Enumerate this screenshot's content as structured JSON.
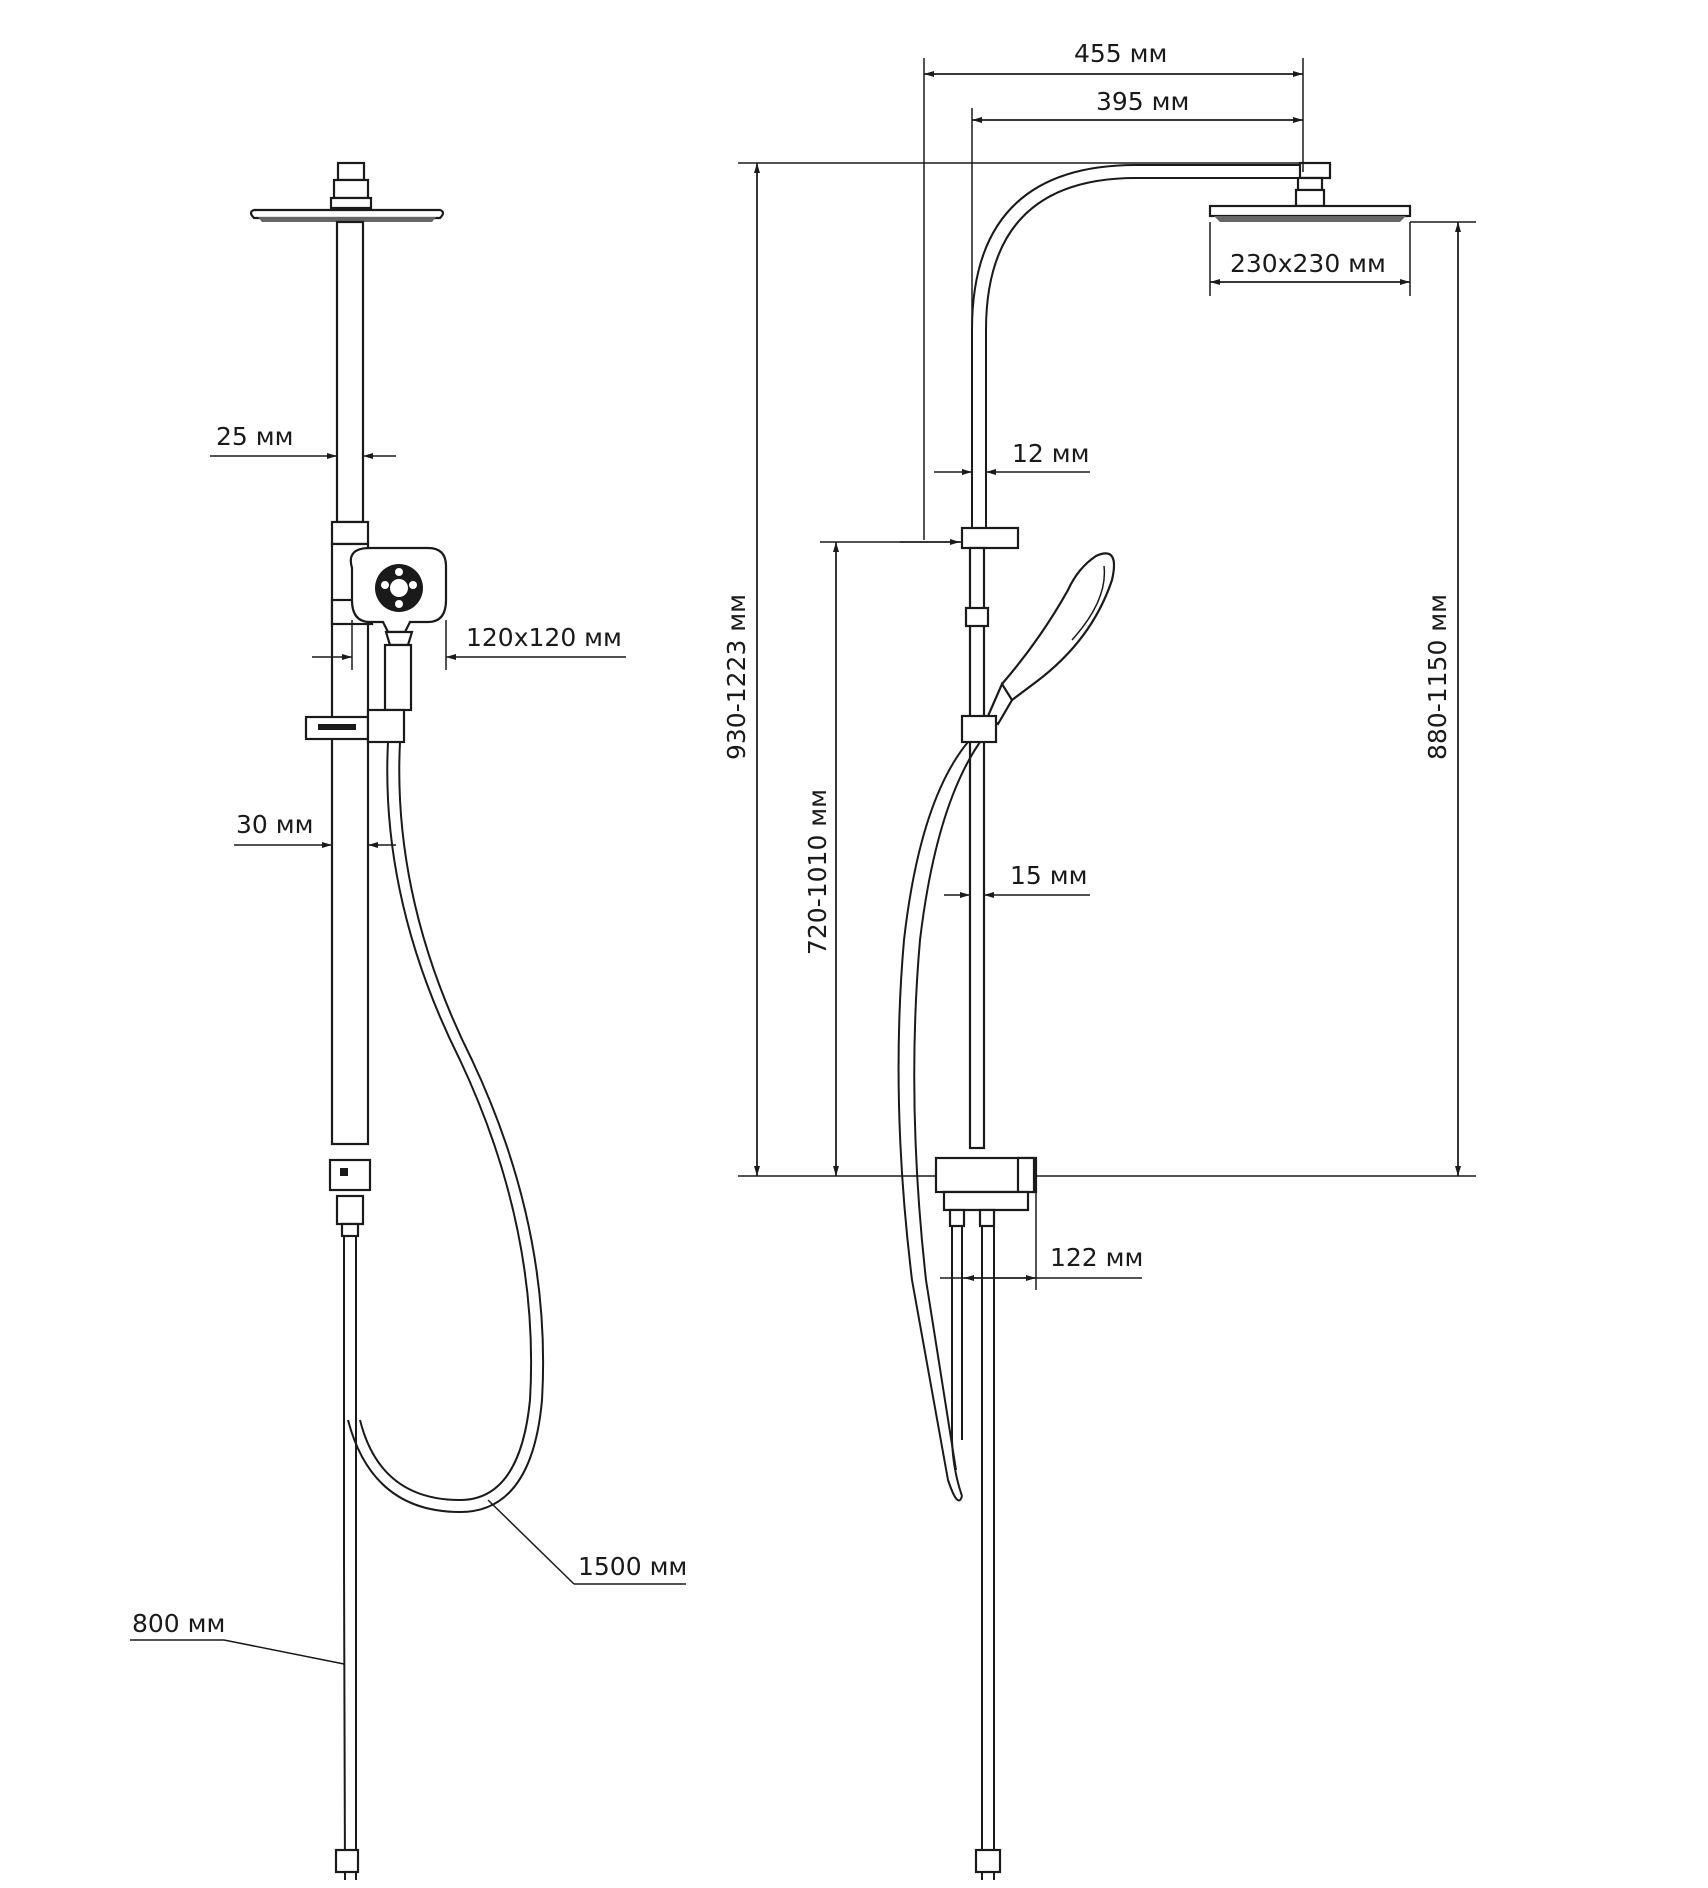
{
  "front_view": {
    "dim_bar_top": "25 мм",
    "dim_hand_shower": "120x120 мм",
    "dim_bar_bottom": "30 мм",
    "dim_hose_long": "1500 мм",
    "dim_hose_short": "800 мм"
  },
  "side_view": {
    "dim_arm_outer": "455 мм",
    "dim_arm_inner": "395 мм",
    "dim_head_size": "230x230 мм",
    "dim_top_tube": "12 мм",
    "dim_bottom_tube": "15 мм",
    "dim_height_total": "930-1223 мм",
    "dim_height_holder": "720-1010 мм",
    "dim_height_head": "880-1150 мм",
    "dim_mixer_depth": "122 мм"
  },
  "colors": {
    "line": "#1a1a1a",
    "background": "#ffffff"
  }
}
